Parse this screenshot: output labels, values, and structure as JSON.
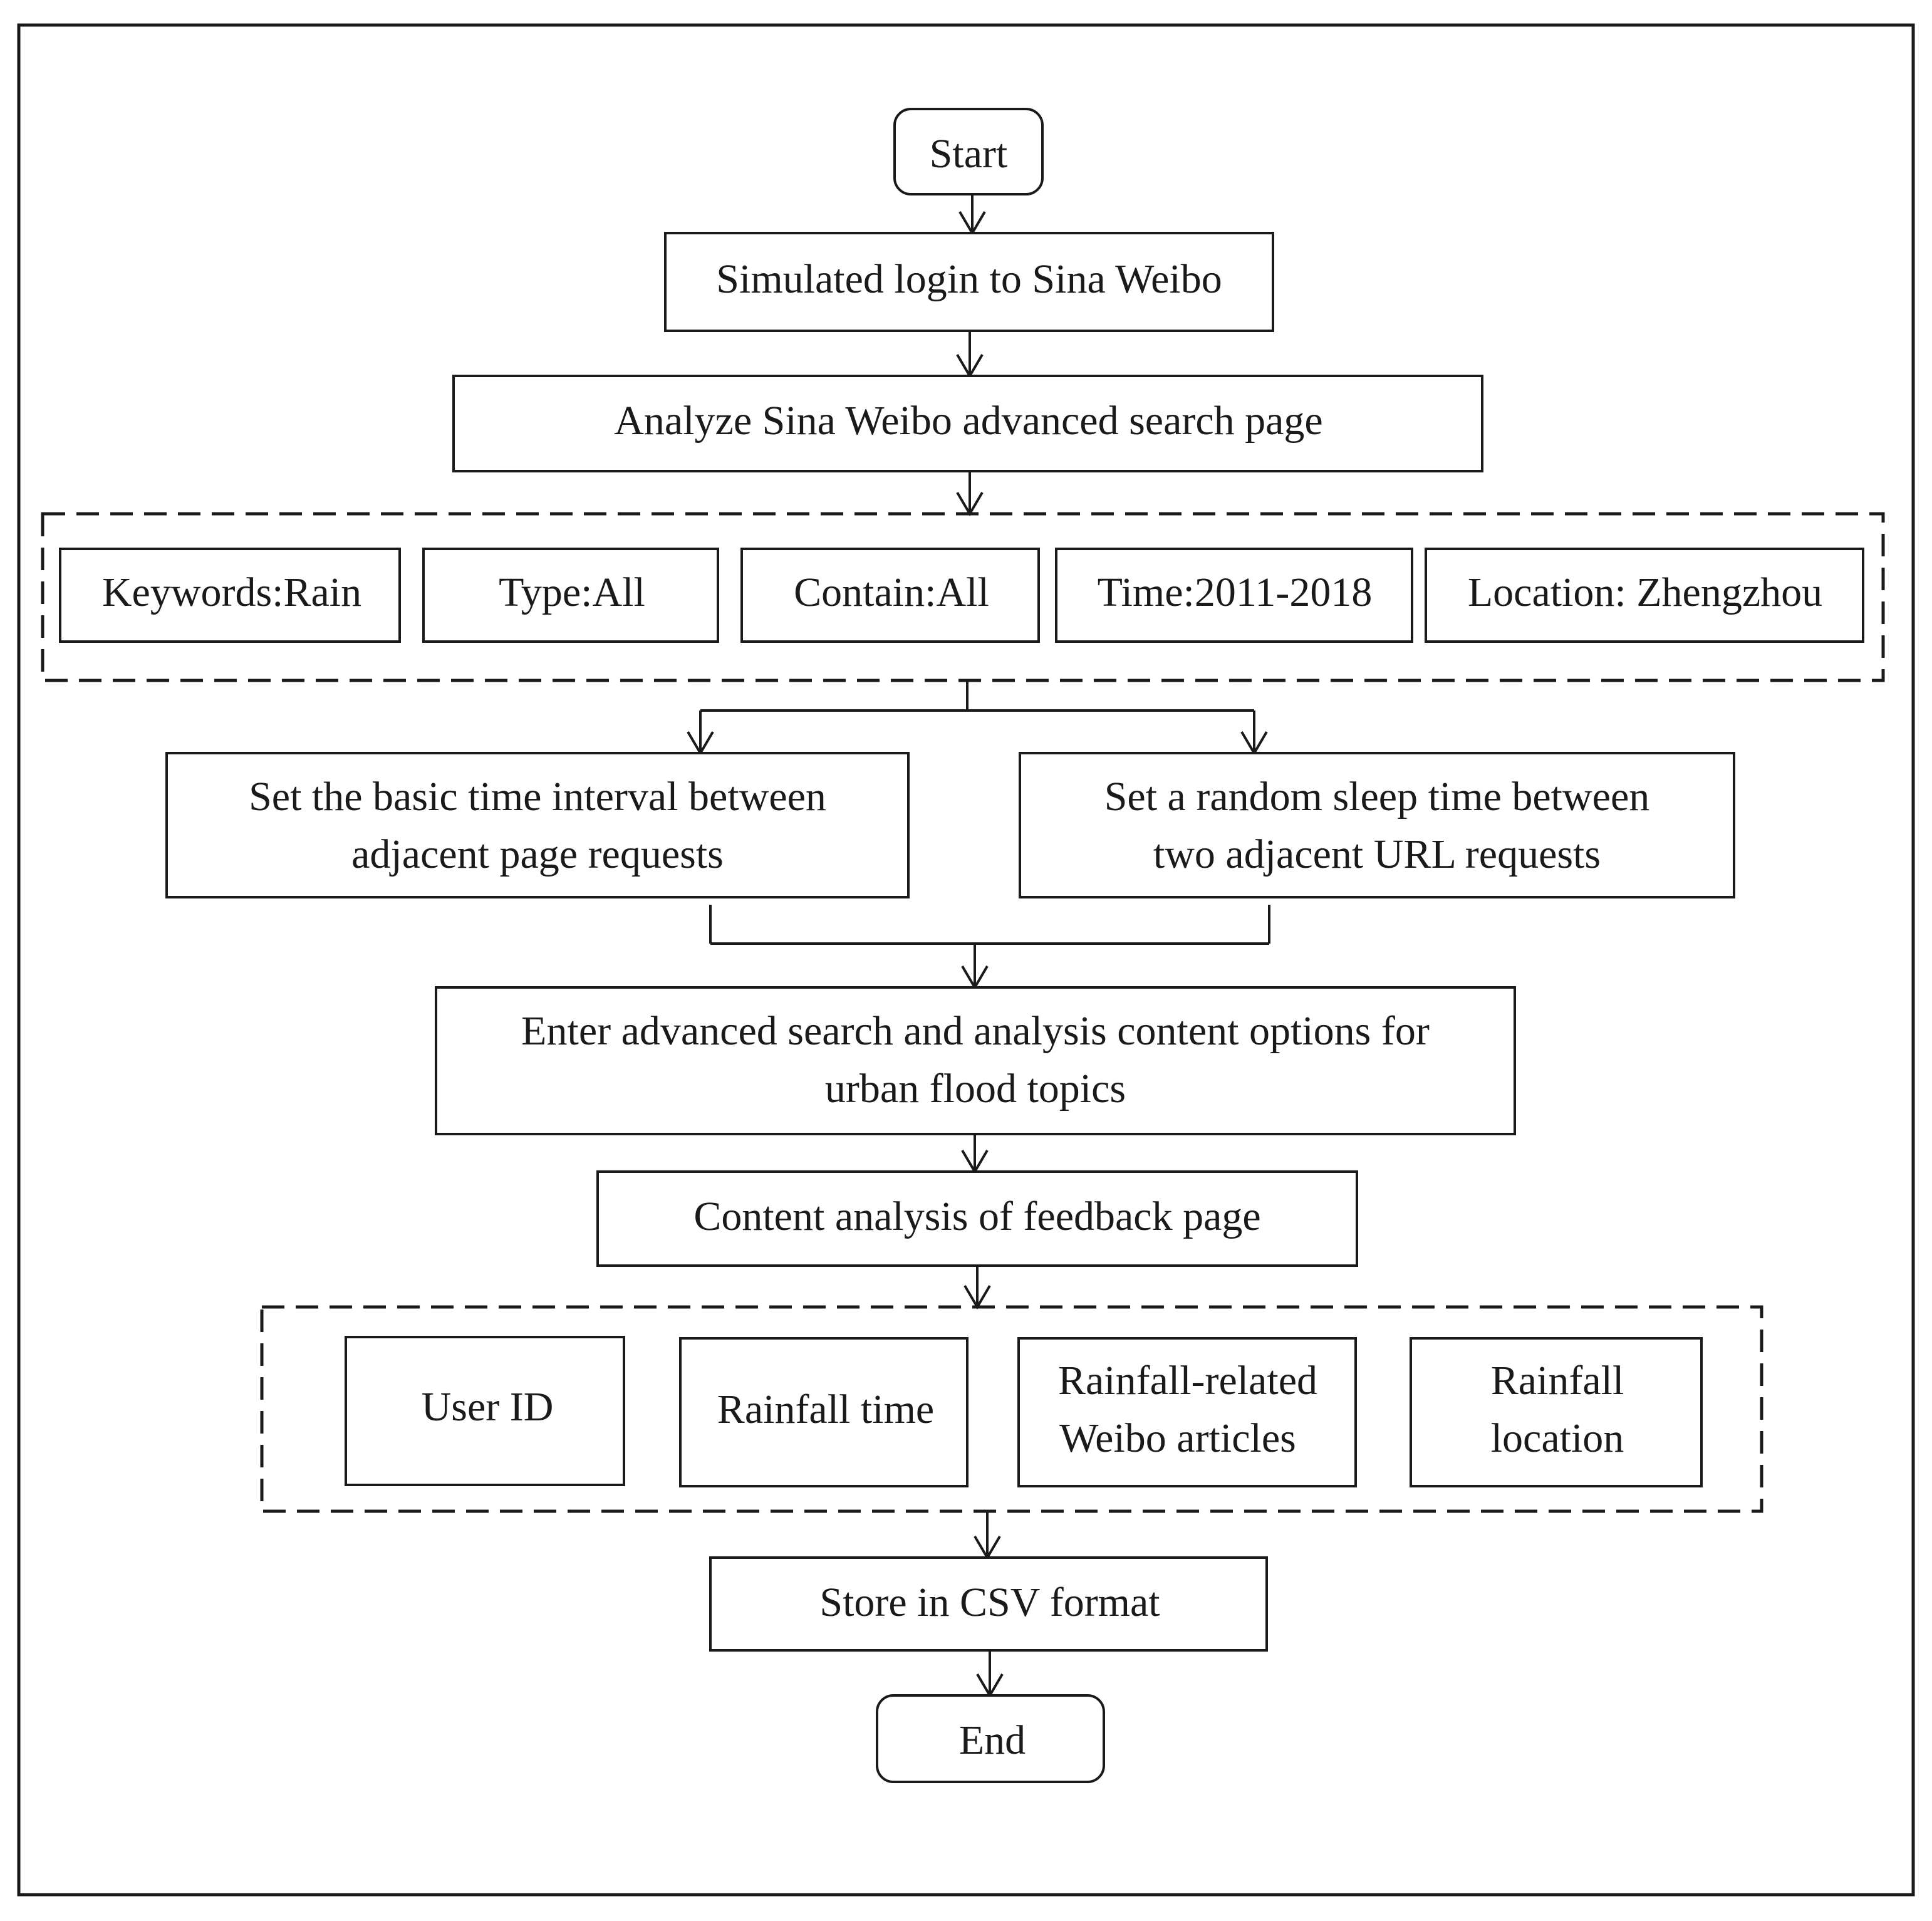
{
  "diagram": {
    "steps": {
      "start": "Start",
      "login": "Simulated login to Sina Weibo",
      "analyze": "Analyze Sina Weibo advanced search page",
      "params": {
        "keywords": "Keywords:Rain",
        "type": "Type:All",
        "contain": "Contain:All",
        "time": "Time:2011-2018",
        "location": "Location: Zhengzhou"
      },
      "interval": [
        "Set the basic time interval between",
        "adjacent page requests"
      ],
      "sleep": [
        "Set a random sleep time between",
        "two adjacent URL requests"
      ],
      "enter": [
        "Enter advanced search and analysis content options for",
        "urban flood topics"
      ],
      "content": "Content analysis of feedback page",
      "fields": {
        "user_id": "User ID",
        "rain_time": "Rainfall time",
        "articles": [
          "Rainfall-related",
          "Weibo articles"
        ],
        "location": [
          "Rainfall",
          "location"
        ]
      },
      "store": "Store in CSV format",
      "end": "End"
    }
  }
}
